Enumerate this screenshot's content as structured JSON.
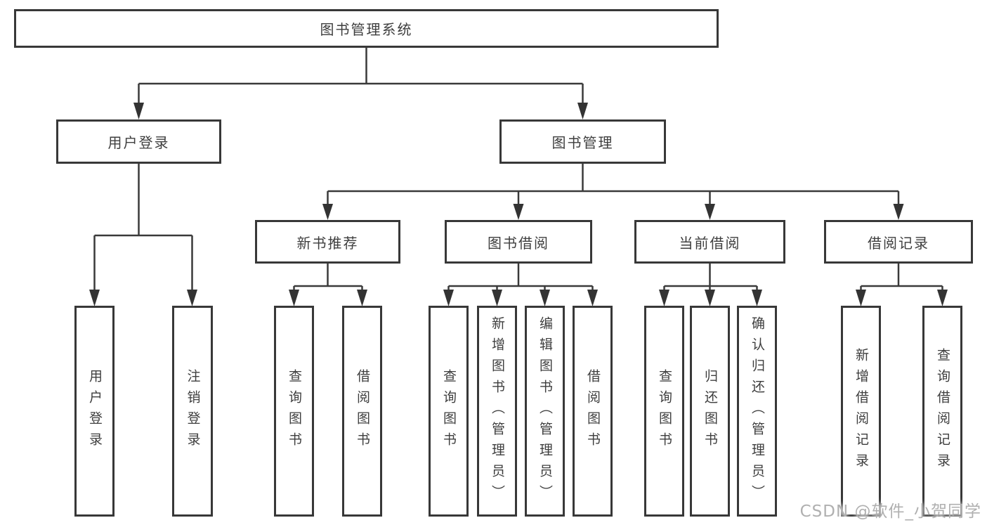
{
  "root": {
    "label": "图书管理系统"
  },
  "branches": {
    "user_login": {
      "label": "用户登录"
    },
    "book_mgmt": {
      "label": "图书管理"
    }
  },
  "sections": {
    "new_book": {
      "label": "新书推荐"
    },
    "borrow": {
      "label": "图书借阅"
    },
    "current": {
      "label": "当前借阅"
    },
    "records": {
      "label": "借阅记录"
    }
  },
  "leaves": {
    "user_login": {
      "label": "用户登录"
    },
    "logout": {
      "label": "注销登录"
    },
    "nb_query": {
      "label": "查询图书"
    },
    "nb_borrow": {
      "label": "借阅图书"
    },
    "bw_query": {
      "label": "查询图书"
    },
    "bw_add": {
      "label": "新增图书（管理员）"
    },
    "bw_edit": {
      "label": "编辑图书（管理员）"
    },
    "bw_borrow": {
      "label": "借阅图书"
    },
    "cur_query": {
      "label": "查询图书"
    },
    "cur_return": {
      "label": "归还图书"
    },
    "cur_confirm": {
      "label": "确认归还（管理员）"
    },
    "rec_add": {
      "label": "新增借阅记录"
    },
    "rec_query": {
      "label": "查询借阅记录"
    }
  },
  "watermark": {
    "text": "CSDN @软件_小贺同学"
  },
  "colors": {
    "line": "#3a3a3a",
    "border": "#383838",
    "text": "#3e3e3e",
    "watermark": "#b0b0b0",
    "background": "#ffffff"
  }
}
